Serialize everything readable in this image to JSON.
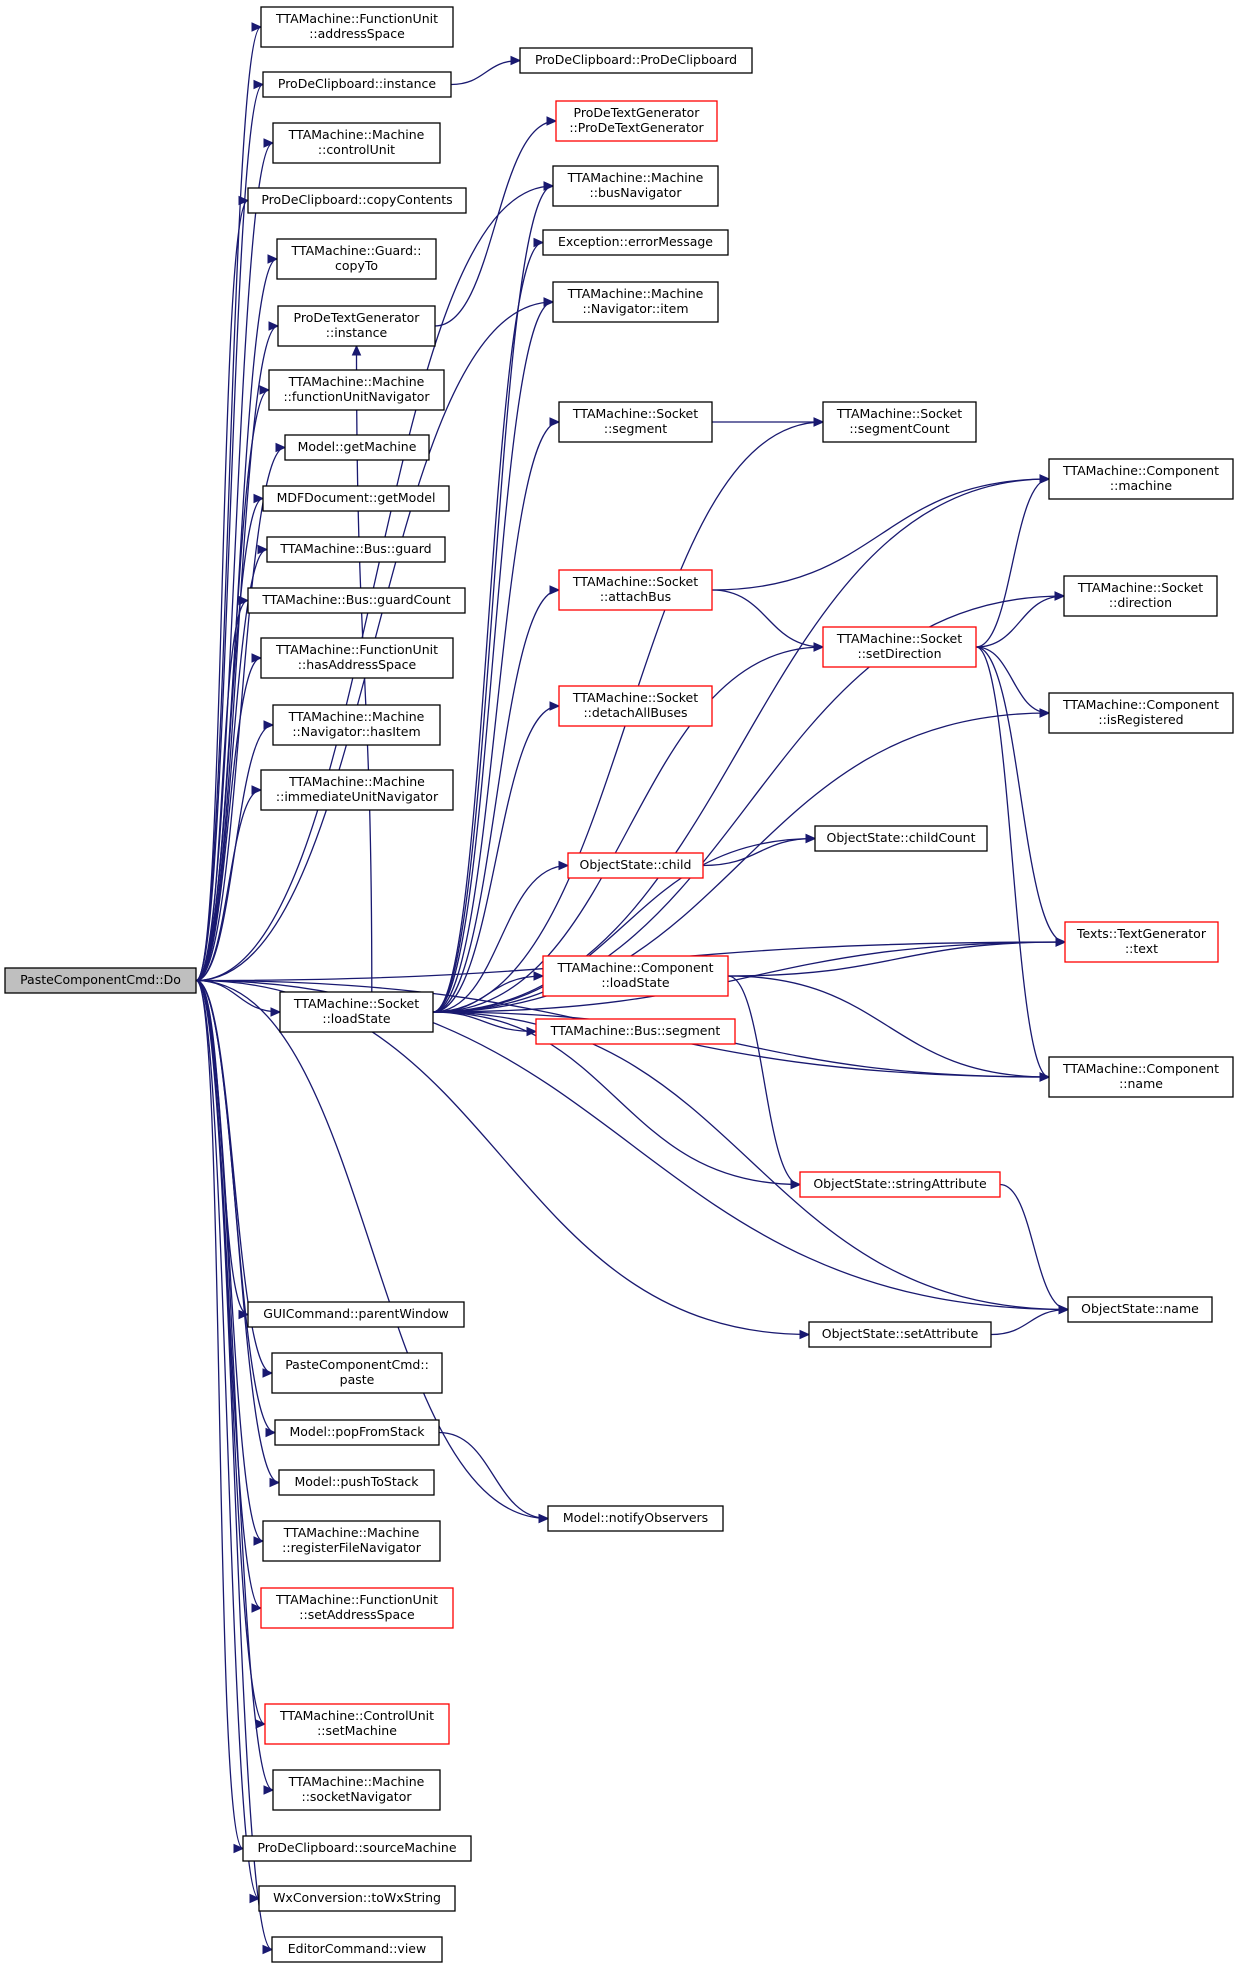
{
  "colors": {
    "edge": "#191970",
    "node_border": "#000000",
    "truncated_border": "#ff0000",
    "root_fill": "#bfbfbf"
  },
  "nodes": [
    {
      "id": "root",
      "lines": [
        "PasteComponentCmd::Do"
      ],
      "style": "root"
    },
    {
      "id": "fuAddr",
      "lines": [
        "TTAMachine::FunctionUnit",
        "::addressSpace"
      ],
      "style": "normal"
    },
    {
      "id": "pdcInst",
      "lines": [
        "ProDeClipboard::instance"
      ],
      "style": "normal"
    },
    {
      "id": "pdcCtor",
      "lines": [
        "ProDeClipboard::ProDeClipboard"
      ],
      "style": "normal"
    },
    {
      "id": "ctrlUnit",
      "lines": [
        "TTAMachine::Machine",
        "::controlUnit"
      ],
      "style": "normal"
    },
    {
      "id": "copyContents",
      "lines": [
        "ProDeClipboard::copyContents"
      ],
      "style": "normal"
    },
    {
      "id": "guardCopy",
      "lines": [
        "TTAMachine::Guard::",
        "copyTo"
      ],
      "style": "normal"
    },
    {
      "id": "ptgInst",
      "lines": [
        "ProDeTextGenerator",
        "::instance"
      ],
      "style": "normal"
    },
    {
      "id": "ptgCtor",
      "lines": [
        "ProDeTextGenerator",
        "::ProDeTextGenerator"
      ],
      "style": "red"
    },
    {
      "id": "fuNav",
      "lines": [
        "TTAMachine::Machine",
        "::functionUnitNavigator"
      ],
      "style": "normal"
    },
    {
      "id": "getMachine",
      "lines": [
        "Model::getMachine"
      ],
      "style": "normal"
    },
    {
      "id": "getModel",
      "lines": [
        "MDFDocument::getModel"
      ],
      "style": "normal"
    },
    {
      "id": "busGuard",
      "lines": [
        "TTAMachine::Bus::guard"
      ],
      "style": "normal"
    },
    {
      "id": "guardCount",
      "lines": [
        "TTAMachine::Bus::guardCount"
      ],
      "style": "normal"
    },
    {
      "id": "hasAddr",
      "lines": [
        "TTAMachine::FunctionUnit",
        "::hasAddressSpace"
      ],
      "style": "normal"
    },
    {
      "id": "hasItem",
      "lines": [
        "TTAMachine::Machine",
        "::Navigator::hasItem"
      ],
      "style": "normal"
    },
    {
      "id": "iuNav",
      "lines": [
        "TTAMachine::Machine",
        "::immediateUnitNavigator"
      ],
      "style": "normal"
    },
    {
      "id": "busNav",
      "lines": [
        "TTAMachine::Machine",
        "::busNavigator"
      ],
      "style": "normal"
    },
    {
      "id": "errMsg",
      "lines": [
        "Exception::errorMessage"
      ],
      "style": "normal"
    },
    {
      "id": "navItem",
      "lines": [
        "TTAMachine::Machine",
        "::Navigator::item"
      ],
      "style": "normal"
    },
    {
      "id": "sockSeg",
      "lines": [
        "TTAMachine::Socket",
        "::segment"
      ],
      "style": "normal"
    },
    {
      "id": "segCount",
      "lines": [
        "TTAMachine::Socket",
        "::segmentCount"
      ],
      "style": "normal"
    },
    {
      "id": "compMachine",
      "lines": [
        "TTAMachine::Component",
        "::machine"
      ],
      "style": "normal"
    },
    {
      "id": "attachBus",
      "lines": [
        "TTAMachine::Socket",
        "::attachBus"
      ],
      "style": "red"
    },
    {
      "id": "sockDir",
      "lines": [
        "TTAMachine::Socket",
        "::direction"
      ],
      "style": "normal"
    },
    {
      "id": "setDir",
      "lines": [
        "TTAMachine::Socket",
        "::setDirection"
      ],
      "style": "red"
    },
    {
      "id": "detach",
      "lines": [
        "TTAMachine::Socket",
        "::detachAllBuses"
      ],
      "style": "red"
    },
    {
      "id": "isReg",
      "lines": [
        "TTAMachine::Component",
        "::isRegistered"
      ],
      "style": "normal"
    },
    {
      "id": "childCount",
      "lines": [
        "ObjectState::childCount"
      ],
      "style": "normal"
    },
    {
      "id": "child",
      "lines": [
        "ObjectState::child"
      ],
      "style": "red"
    },
    {
      "id": "text",
      "lines": [
        "Texts::TextGenerator",
        "::text"
      ],
      "style": "red"
    },
    {
      "id": "compLoad",
      "lines": [
        "TTAMachine::Component",
        "::loadState"
      ],
      "style": "red"
    },
    {
      "id": "sockLoad",
      "lines": [
        "TTAMachine::Socket",
        "::loadState"
      ],
      "style": "normal"
    },
    {
      "id": "busSeg",
      "lines": [
        "TTAMachine::Bus::segment"
      ],
      "style": "red"
    },
    {
      "id": "compName",
      "lines": [
        "TTAMachine::Component",
        "::name"
      ],
      "style": "normal"
    },
    {
      "id": "strAttr",
      "lines": [
        "ObjectState::stringAttribute"
      ],
      "style": "red"
    },
    {
      "id": "osName",
      "lines": [
        "ObjectState::name"
      ],
      "style": "normal"
    },
    {
      "id": "parentWin",
      "lines": [
        "GUICommand::parentWindow"
      ],
      "style": "normal"
    },
    {
      "id": "setAttr",
      "lines": [
        "ObjectState::setAttribute"
      ],
      "style": "normal"
    },
    {
      "id": "paste",
      "lines": [
        "PasteComponentCmd::",
        "paste"
      ],
      "style": "normal"
    },
    {
      "id": "popStack",
      "lines": [
        "Model::popFromStack"
      ],
      "style": "normal"
    },
    {
      "id": "pushStack",
      "lines": [
        "Model::pushToStack"
      ],
      "style": "normal"
    },
    {
      "id": "notify",
      "lines": [
        "Model::notifyObservers"
      ],
      "style": "normal"
    },
    {
      "id": "rfNav",
      "lines": [
        "TTAMachine::Machine",
        "::registerFileNavigator"
      ],
      "style": "normal"
    },
    {
      "id": "setAddr",
      "lines": [
        "TTAMachine::FunctionUnit",
        "::setAddressSpace"
      ],
      "style": "red"
    },
    {
      "id": "setMachine",
      "lines": [
        "TTAMachine::ControlUnit",
        "::setMachine"
      ],
      "style": "red"
    },
    {
      "id": "sockNav",
      "lines": [
        "TTAMachine::Machine",
        "::socketNavigator"
      ],
      "style": "normal"
    },
    {
      "id": "srcMachine",
      "lines": [
        "ProDeClipboard::sourceMachine"
      ],
      "style": "normal"
    },
    {
      "id": "toWx",
      "lines": [
        "WxConversion::toWxString"
      ],
      "style": "normal"
    },
    {
      "id": "view",
      "lines": [
        "EditorCommand::view"
      ],
      "style": "normal"
    }
  ],
  "edges": [
    [
      "root",
      "fuAddr"
    ],
    [
      "root",
      "pdcInst"
    ],
    [
      "root",
      "ctrlUnit"
    ],
    [
      "root",
      "copyContents"
    ],
    [
      "root",
      "guardCopy"
    ],
    [
      "root",
      "ptgInst"
    ],
    [
      "root",
      "fuNav"
    ],
    [
      "root",
      "getMachine"
    ],
    [
      "root",
      "getModel"
    ],
    [
      "root",
      "busGuard"
    ],
    [
      "root",
      "guardCount"
    ],
    [
      "root",
      "hasAddr"
    ],
    [
      "root",
      "hasItem"
    ],
    [
      "root",
      "iuNav"
    ],
    [
      "root",
      "busNav"
    ],
    [
      "root",
      "navItem"
    ],
    [
      "root",
      "sockLoad"
    ],
    [
      "root",
      "text"
    ],
    [
      "root",
      "compName"
    ],
    [
      "root",
      "osName"
    ],
    [
      "root",
      "parentWin"
    ],
    [
      "root",
      "setAttr"
    ],
    [
      "root",
      "paste"
    ],
    [
      "root",
      "popStack"
    ],
    [
      "root",
      "pushStack"
    ],
    [
      "root",
      "notify"
    ],
    [
      "root",
      "rfNav"
    ],
    [
      "root",
      "setAddr"
    ],
    [
      "root",
      "setMachine"
    ],
    [
      "root",
      "sockNav"
    ],
    [
      "root",
      "srcMachine"
    ],
    [
      "root",
      "toWx"
    ],
    [
      "root",
      "view"
    ],
    [
      "pdcInst",
      "pdcCtor"
    ],
    [
      "ptgInst",
      "ptgCtor"
    ],
    [
      "popStack",
      "notify"
    ],
    [
      "sockLoad",
      "busNav"
    ],
    [
      "sockLoad",
      "errMsg"
    ],
    [
      "sockLoad",
      "navItem"
    ],
    [
      "sockLoad",
      "sockSeg"
    ],
    [
      "sockLoad",
      "segCount"
    ],
    [
      "sockLoad",
      "compMachine"
    ],
    [
      "sockLoad",
      "attachBus"
    ],
    [
      "sockLoad",
      "sockDir"
    ],
    [
      "sockLoad",
      "setDir"
    ],
    [
      "sockLoad",
      "detach"
    ],
    [
      "sockLoad",
      "isReg"
    ],
    [
      "sockLoad",
      "childCount"
    ],
    [
      "sockLoad",
      "child"
    ],
    [
      "sockLoad",
      "text"
    ],
    [
      "sockLoad",
      "compLoad"
    ],
    [
      "sockLoad",
      "busSeg"
    ],
    [
      "sockLoad",
      "compName"
    ],
    [
      "sockLoad",
      "strAttr"
    ],
    [
      "sockLoad",
      "osName"
    ],
    [
      "sockLoad",
      "ptgInst"
    ],
    [
      "sockSeg",
      "segCount"
    ],
    [
      "attachBus",
      "compMachine"
    ],
    [
      "attachBus",
      "setDir"
    ],
    [
      "setDir",
      "compMachine"
    ],
    [
      "setDir",
      "sockDir"
    ],
    [
      "setDir",
      "isReg"
    ],
    [
      "setDir",
      "text"
    ],
    [
      "setDir",
      "compName"
    ],
    [
      "child",
      "childCount"
    ],
    [
      "compLoad",
      "text"
    ],
    [
      "compLoad",
      "compName"
    ],
    [
      "compLoad",
      "strAttr"
    ],
    [
      "strAttr",
      "osName"
    ],
    [
      "setAttr",
      "osName"
    ]
  ]
}
